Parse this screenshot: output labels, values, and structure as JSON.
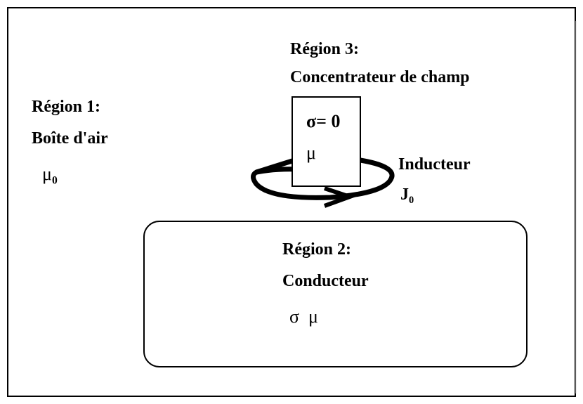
{
  "region1": {
    "title": "Région 1:",
    "name": "Boîte d'air",
    "mu": "μ",
    "mu_sub": "0"
  },
  "region2": {
    "title": "Région 2:",
    "name": "Conducteur",
    "props": "σ  μ"
  },
  "region3": {
    "title": "Région 3:",
    "name": "Concentrateur de champ",
    "sigma_eq": "σ= 0",
    "mu": "μ"
  },
  "inductor": {
    "label": "Inducteur",
    "current": "J",
    "current_sub": "0"
  }
}
